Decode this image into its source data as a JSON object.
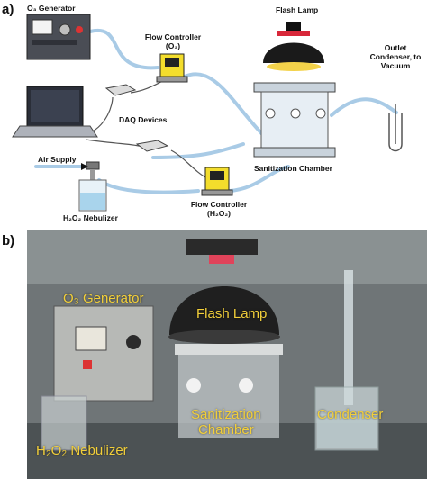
{
  "panel_a": {
    "label": "a)",
    "labels": {
      "o3_generator": "O₃ Generator",
      "flow_controller_o3_line1": "Flow Controller",
      "flow_controller_o3_line2": "(O₃)",
      "flash_lamp": "Flash Lamp",
      "outlet_line1": "Outlet",
      "outlet_line2": "Condenser, to",
      "outlet_line3": "Vacuum",
      "daq_devices": "DAQ Devices",
      "air_supply": "Air Supply",
      "sanitization_chamber": "Sanitization Chamber",
      "h2o2_nebulizer": "H₂O₂ Nebulizer",
      "flow_controller_h2o2_line1": "Flow Controller",
      "flow_controller_h2o2_line2": "(H₂O₂)"
    }
  },
  "panel_b": {
    "label": "b)",
    "labels": {
      "o3_generator": "O₃ Generator",
      "flash_lamp": "Flash Lamp",
      "sanitization_line1": "Sanitization",
      "sanitization_line2": "Chamber",
      "condenser": "Condenser",
      "h2o2_nebulizer": "H₂O₂ Nebulizer"
    }
  },
  "colors": {
    "tubing": "#a9cbe6",
    "lamp_dome": "#1a1a1a",
    "lamp_band": "#d8283a",
    "lamp_glow": "#f3d24a",
    "photo_text": "#f2cf3a"
  }
}
